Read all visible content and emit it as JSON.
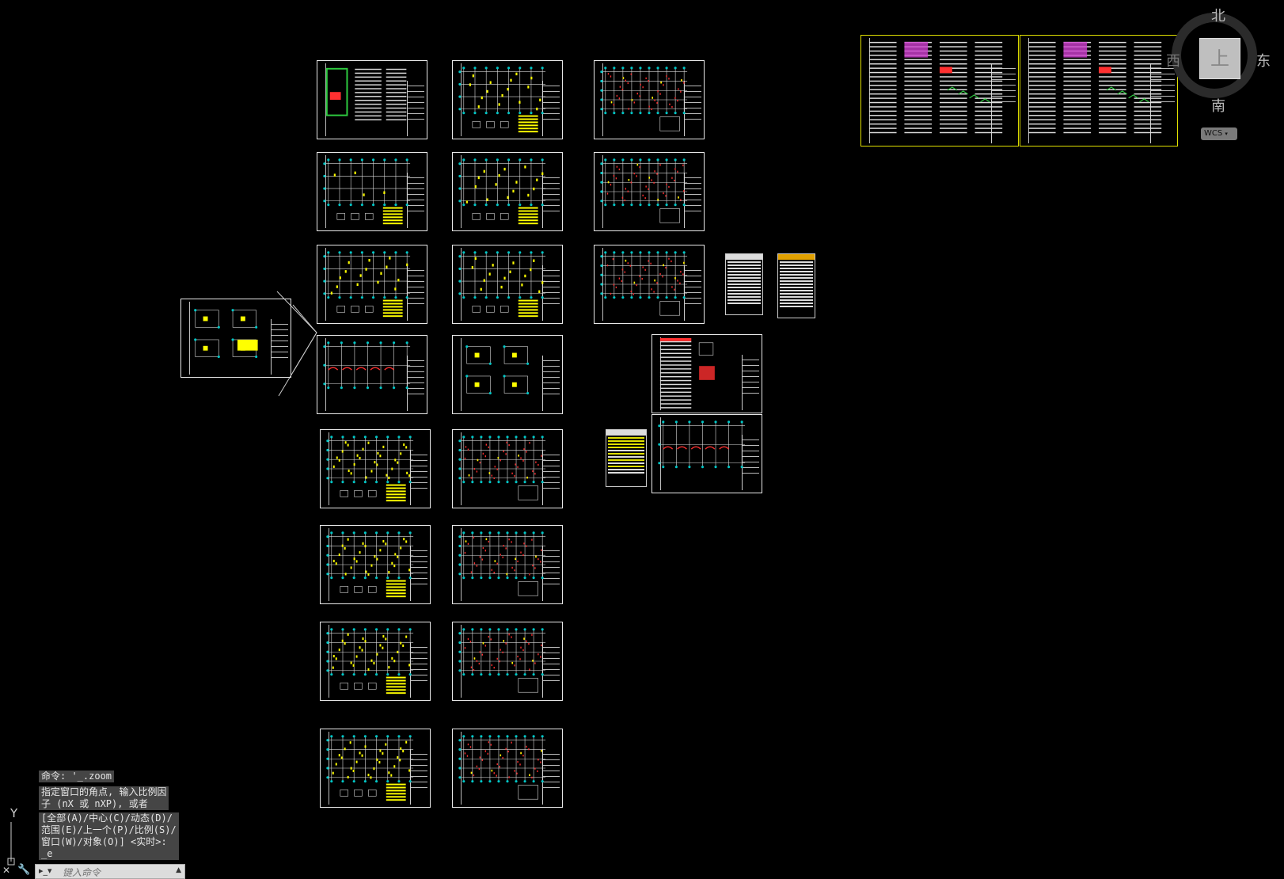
{
  "viewcube": {
    "face": "上",
    "north": "北",
    "south": "南",
    "east": "东",
    "west": "西",
    "wcs": "WCS"
  },
  "command": {
    "history": [
      "命令: '_.zoom",
      "指定窗口的角点, 输入比例因\n子 (nX 或 nXP), 或者",
      "[全部(A)/中心(C)/动态(D)/\n范围(E)/上一个(P)/比例(S)/\n窗口(W)/对象(O)] <实时>:\n_e"
    ],
    "placeholder": "键入命令"
  },
  "ucs": {
    "y_label": "Y"
  },
  "colors": {
    "background": "#000000",
    "grid": "#00c8c8",
    "highlight": "#e0e000",
    "annotation": "#ffff00",
    "rebar": "#ff3030"
  }
}
